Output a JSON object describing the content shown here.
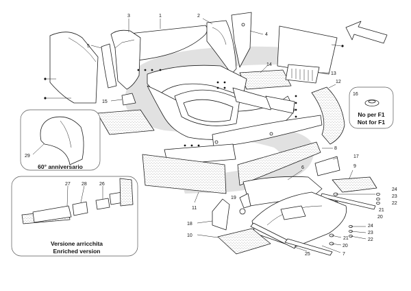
{
  "callouts": {
    "n1": "1",
    "n2": "2",
    "n3": "3",
    "n4": "4",
    "n5": "5",
    "n6": "6",
    "n7": "7",
    "n8": "8",
    "n9": "9",
    "n10": "10",
    "n11": "11",
    "n12": "12",
    "n13": "13",
    "n14": "14",
    "n15": "15",
    "n16": "16",
    "n17": "17",
    "n18": "18",
    "n19": "19",
    "n20a": "20",
    "n20b": "20",
    "n21a": "21",
    "n21b": "21",
    "n22a": "22",
    "n22b": "22",
    "n23a": "23",
    "n23b": "23",
    "n24a": "24",
    "n24b": "24",
    "n25": "25",
    "n26": "26",
    "n27": "27",
    "n28": "28",
    "n29": "29"
  },
  "insets": {
    "anniversary": "60° anniversario",
    "enriched_it": "Versione arricchita",
    "enriched_en": "Enriched version",
    "not_f1_it": "No per F1",
    "not_f1_en": "Not for F1"
  },
  "colors": {
    "watermark": "#dcdcdc",
    "line": "#1a1a1a",
    "carpet_dots": "#8a8a8a"
  },
  "icons": {
    "direction": "front-direction-arrow-icon",
    "watermark": "ferrari-s-watermark"
  }
}
